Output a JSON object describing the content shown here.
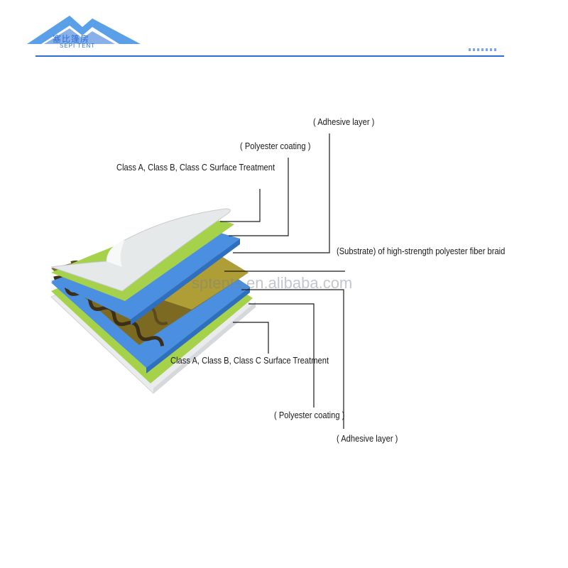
{
  "logo": {
    "name_cn": "塞比篷房",
    "name_en": "SEPI TENT"
  },
  "watermark": "sptents.en.alibaba.com",
  "labels": {
    "top_adhesive": "( Adhesive layer )",
    "top_polyester": "( Polyester coating )",
    "top_surface": "Class A, Class B, Class C Surface Treatment",
    "substrate": "(Substrate) of high-strength polyester fiber braid",
    "bottom_surface": "Class A, Class B, Class C Surface Treatment",
    "bottom_polyester": "( Polyester coating )",
    "bottom_adhesive": "( Adhesive layer )"
  },
  "colors": {
    "brand": "#2a6fd6",
    "surface_layer": "#e6e9ea",
    "polyester_layer": "#a6d14a",
    "adhesive_layer": "#4a8fe0",
    "substrate": "#8a7a2a"
  }
}
